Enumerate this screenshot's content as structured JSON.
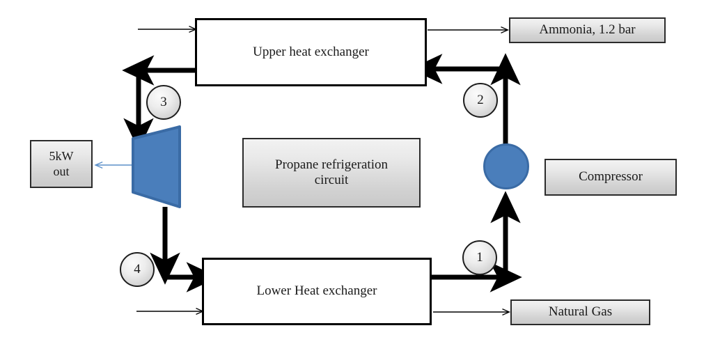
{
  "diagram": {
    "title": "Propane refrigeration circuit",
    "colors": {
      "turbine_fill": "#4a7ebb",
      "turbine_stroke": "#3a6ba5",
      "compressor_fill": "#4a7ebb",
      "compressor_stroke": "#3a6ba5",
      "pipe": "#000000",
      "thin_arrow": "#000000",
      "power_arrow": "#5b8fc9",
      "box_border": "#000000",
      "label_box_fill": "#d9d9d9",
      "background": "#ffffff"
    },
    "boxes": [
      {
        "id": "upper-heat-exchanger",
        "label": "Upper heat exchanger",
        "kind": "process"
      },
      {
        "id": "lower-heat-exchanger",
        "label": "Lower Heat exchanger",
        "kind": "process"
      },
      {
        "id": "circuit-title",
        "label": "Propane refrigeration\ncircuit",
        "kind": "label"
      },
      {
        "id": "ammonia-stream",
        "label": "Ammonia, 1.2 bar",
        "kind": "label"
      },
      {
        "id": "natural-gas-stream",
        "label": "Natural Gas",
        "kind": "label"
      },
      {
        "id": "compressor-label",
        "label": "Compressor",
        "kind": "label"
      },
      {
        "id": "power-output",
        "label": "5kW\nout",
        "kind": "label"
      }
    ],
    "state_points": [
      {
        "id": "state-1",
        "label": "1"
      },
      {
        "id": "state-2",
        "label": "2"
      },
      {
        "id": "state-3",
        "label": "3"
      },
      {
        "id": "state-4",
        "label": "4"
      }
    ],
    "equipment": [
      {
        "id": "turbine",
        "shape": "trapezoid",
        "label": ""
      },
      {
        "id": "compressor",
        "shape": "circle",
        "label": ""
      }
    ]
  }
}
